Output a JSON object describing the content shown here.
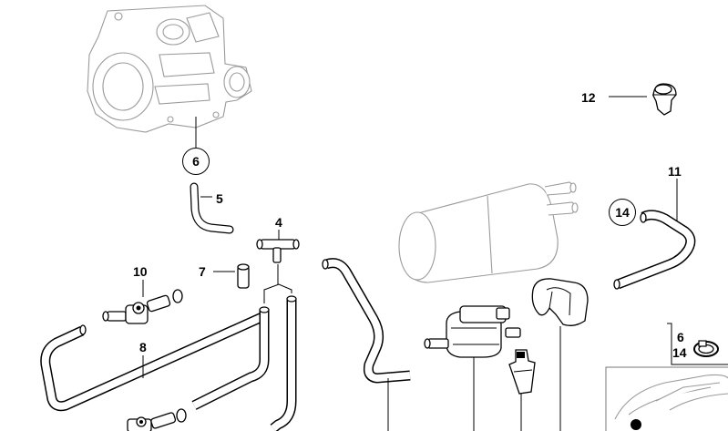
{
  "diagram": {
    "labels": {
      "p4": "4",
      "p5": "5",
      "p6": "6",
      "p7": "7",
      "p8": "8",
      "p10": "10",
      "p11": "11",
      "p12": "12",
      "p14": "14",
      "kit_a": "6",
      "kit_b": "14"
    }
  }
}
